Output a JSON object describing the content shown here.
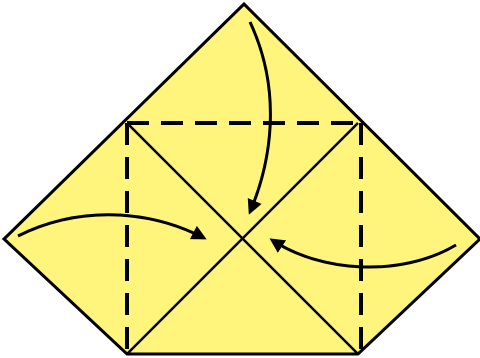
{
  "diagram": {
    "paper_color": "#FFF47C",
    "outline_color": "#000000",
    "fold_line_style": "dashed",
    "arrow_count": 3,
    "valley_fold_count": 3,
    "crease_count": 2
  }
}
